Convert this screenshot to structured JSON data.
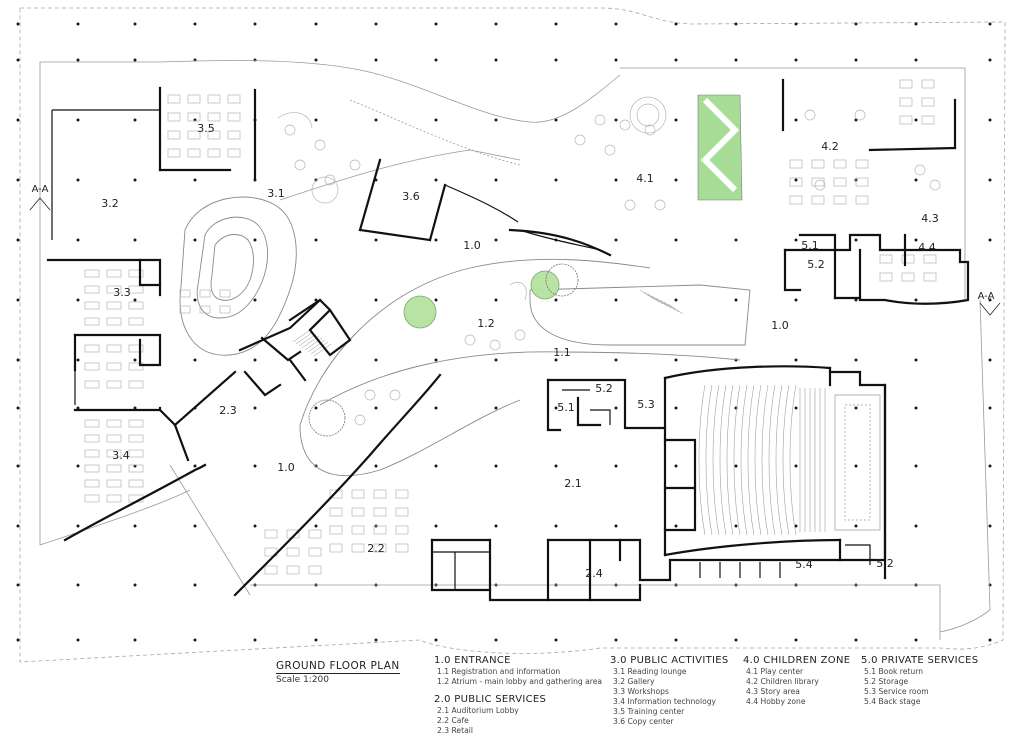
{
  "plan": {
    "room_labels": [
      {
        "id": "lbl-3-5",
        "text": "3.5"
      },
      {
        "id": "lbl-3-2",
        "text": "3.2"
      },
      {
        "id": "lbl-3-1",
        "text": "3.1"
      },
      {
        "id": "lbl-3-6",
        "text": "3.6"
      },
      {
        "id": "lbl-1-0-a",
        "text": "1.0"
      },
      {
        "id": "lbl-4-1",
        "text": "4.1"
      },
      {
        "id": "lbl-4-2",
        "text": "4.2"
      },
      {
        "id": "lbl-4-3",
        "text": "4.3"
      },
      {
        "id": "lbl-4-4",
        "text": "4.4"
      },
      {
        "id": "lbl-5-1-a",
        "text": "5.1"
      },
      {
        "id": "lbl-5-2-a",
        "text": "5.2"
      },
      {
        "id": "lbl-3-3",
        "text": "3.3"
      },
      {
        "id": "lbl-1-2",
        "text": "1.2"
      },
      {
        "id": "lbl-1-0-b",
        "text": "1.0"
      },
      {
        "id": "lbl-1-1",
        "text": "1.1"
      },
      {
        "id": "lbl-5-2-b",
        "text": "5.2"
      },
      {
        "id": "lbl-5-1-b",
        "text": "5.1"
      },
      {
        "id": "lbl-5-3",
        "text": "5.3"
      },
      {
        "id": "lbl-2-3",
        "text": "2.3"
      },
      {
        "id": "lbl-3-4",
        "text": "3.4"
      },
      {
        "id": "lbl-1-0-c",
        "text": "1.0"
      },
      {
        "id": "lbl-2-1",
        "text": "2.1"
      },
      {
        "id": "lbl-2-2",
        "text": "2.2"
      },
      {
        "id": "lbl-2-4",
        "text": "2.4"
      },
      {
        "id": "lbl-5-4",
        "text": "5.4"
      },
      {
        "id": "lbl-5-2-c",
        "text": "5.2"
      }
    ],
    "section_marks": [
      {
        "id": "sec-left",
        "text": "A-A"
      },
      {
        "id": "sec-right",
        "text": "A-A"
      }
    ],
    "colors": {
      "wall": "#111111",
      "thin_line": "#9a9a9a",
      "furniture": "#b5b5b5",
      "dot": "#1a1a1a",
      "tree_green": "#b9e3a2",
      "tree_green_dark": "#8fcf78",
      "garden_green": "#a8dd98"
    }
  },
  "title": "GROUND FLOOR PLAN",
  "scale": "Scale 1:200",
  "legend": {
    "g1": {
      "heading": "1.0 ENTRANCE",
      "items": [
        "1.1 Registration and information",
        "1.2 Atrium - main lobby and gathering area"
      ]
    },
    "g2": {
      "heading": "2.0 PUBLIC SERVICES",
      "items": [
        "2.1 Auditorium Lobby",
        "2.2 Cafe",
        "2.3 Retail"
      ]
    },
    "g3": {
      "heading": "3.0 PUBLIC ACTIVITIES",
      "items": [
        "3.1 Reading lounge",
        "3.2 Gallery",
        "3.3 Workshops",
        "3.4 Information technology",
        "3.5 Training center",
        "3.6 Copy center"
      ]
    },
    "g4": {
      "heading": "4.0 CHILDREN ZONE",
      "items": [
        "4.1 Play center",
        "4.2 Children library",
        "4.3 Story area",
        "4.4 Hobby zone"
      ]
    },
    "g5": {
      "heading": "5.0 PRIVATE SERVICES",
      "items": [
        "5.1 Book return",
        "5.2 Storage",
        "5.3 Service room",
        "5.4 Back stage"
      ]
    }
  }
}
